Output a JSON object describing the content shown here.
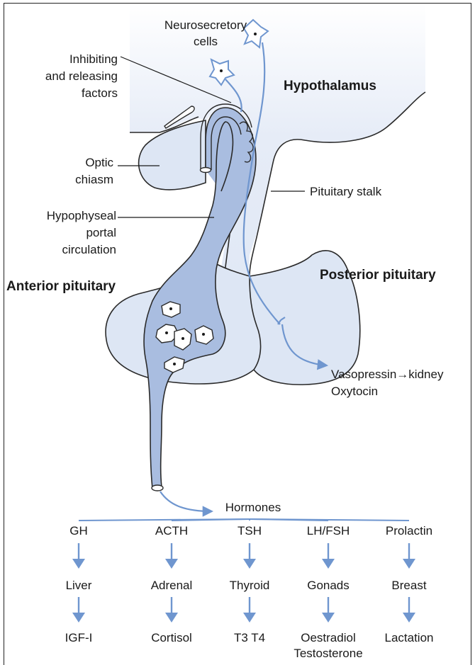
{
  "labels": {
    "neurosecretory_1": "Neurosecretory",
    "neurosecretory_2": "cells",
    "inhibiting_1": "Inhibiting",
    "inhibiting_2": "and releasing",
    "inhibiting_3": "factors",
    "hypothalamus": "Hypothalamus",
    "optic_1": "Optic",
    "optic_2": "chiasm",
    "pituitary_stalk": "Pituitary stalk",
    "hypophyseal_1": "Hypophyseal",
    "hypophyseal_2": "portal",
    "hypophyseal_3": "circulation",
    "anterior": "Anterior pituitary",
    "posterior": "Posterior pituitary",
    "vasopressin": "Vasopressin",
    "arrow_glyph": "→",
    "kidney": "kidney",
    "oxytocin": "Oxytocin",
    "hormones": "Hormones"
  },
  "axes": [
    {
      "hormone": "GH",
      "target": "Liver",
      "product": [
        "IGF-I"
      ]
    },
    {
      "hormone": "ACTH",
      "target": "Adrenal",
      "product": [
        "Cortisol"
      ]
    },
    {
      "hormone": "TSH",
      "target": "Thyroid",
      "product": [
        "T3 T4"
      ]
    },
    {
      "hormone": "LH/FSH",
      "target": "Gonads",
      "product": [
        "Oestradiol",
        "Testosterone"
      ]
    },
    {
      "hormone": "Prolactin",
      "target": "Breast",
      "product": [
        "Lactation"
      ]
    }
  ],
  "colors": {
    "tissue": "#dde6f4",
    "tissue_stroke": "#2a2a2a",
    "portal": "#a9bde0",
    "arrow": "#6f96cf",
    "text": "#1a1a1a"
  }
}
